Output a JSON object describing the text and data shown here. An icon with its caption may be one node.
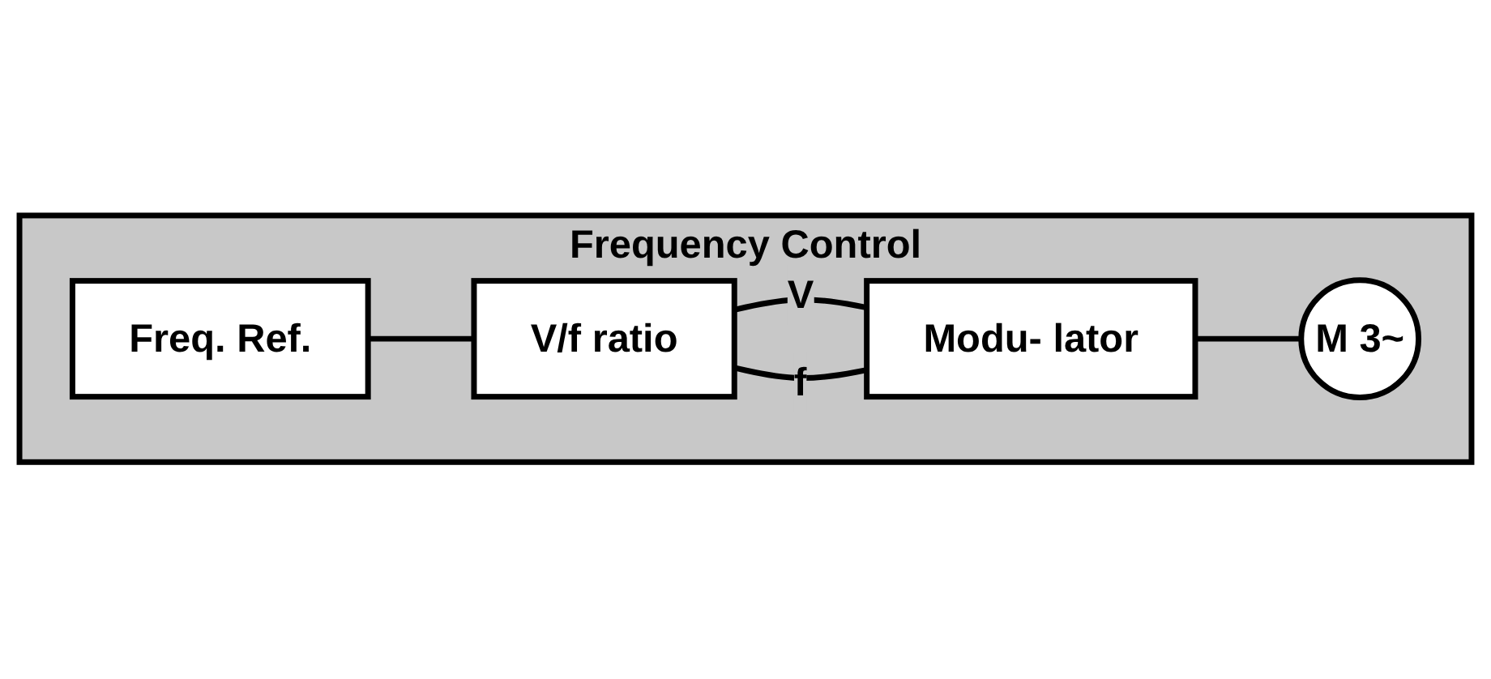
{
  "diagram": {
    "nodes": [
      {
        "text": [
          "Frequency Control"
        ]
      },
      {
        "text": [
          "Freq. Ref."
        ],
        "in": 0
      },
      {
        "text": [
          "V/f ratio"
        ],
        "in": 0
      },
      {
        "text": [
          "Modu- lator"
        ],
        "in": 0
      },
      {
        "text": [
          "M 3~"
        ],
        "in": 0
      }
    ],
    "edges": [
      {
        "from": 1,
        "to": 2,
        "arrow": "none"
      },
      {
        "from": 2,
        "to": 3,
        "arrow": "none",
        "label": "V"
      },
      {
        "from": 2,
        "to": 3,
        "arrow": "none",
        "label": "f"
      },
      {
        "from": 3,
        "to": 4,
        "arrow": "none"
      }
    ]
  }
}
